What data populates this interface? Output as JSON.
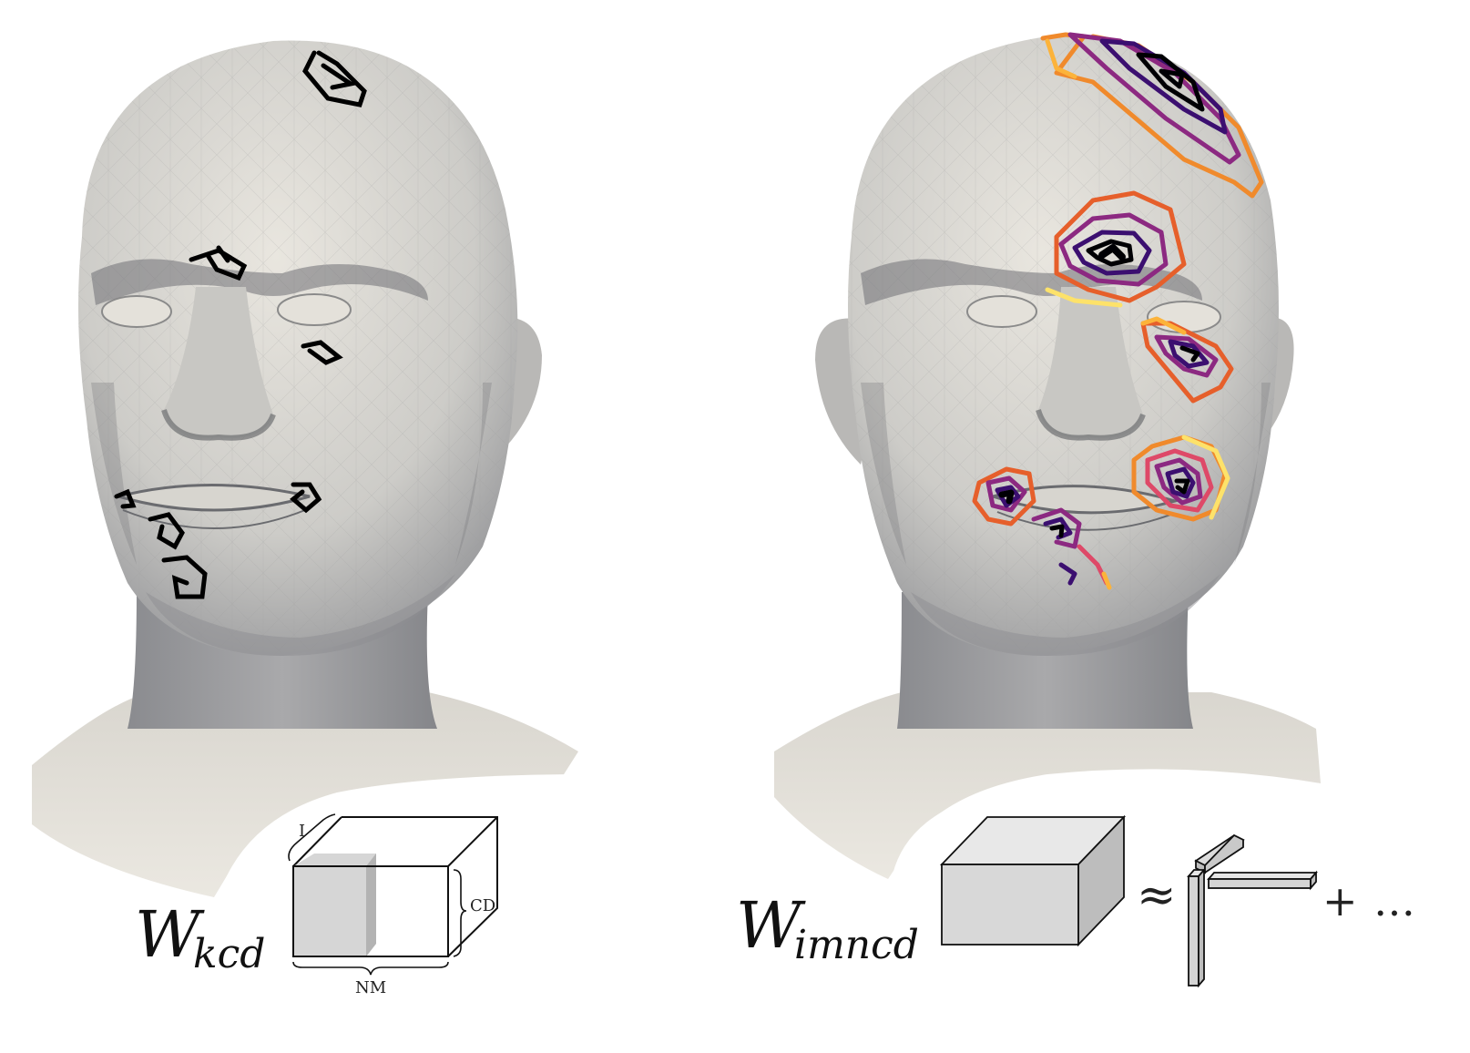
{
  "left_panel": {
    "weight_symbol": "W",
    "weight_subscript": "kcd",
    "tensor_labels": {
      "depth": "I",
      "height": "CD",
      "width": "NM"
    },
    "marker_color": "#000000"
  },
  "right_panel": {
    "weight_symbol": "W",
    "weight_subscript": "imncd",
    "approx_symbol": "≈",
    "plus_symbol": "+",
    "ellipsis": "…",
    "contour_colors": [
      "#000004",
      "#3b0f70",
      "#8c2981",
      "#de4968",
      "#fe9f6d",
      "#fcfdbf"
    ]
  },
  "mesh_colors": {
    "light": "#e6e3dc",
    "mid": "#bdbcba",
    "dark": "#7d7e82",
    "shoulder": "#e8e5dd"
  }
}
